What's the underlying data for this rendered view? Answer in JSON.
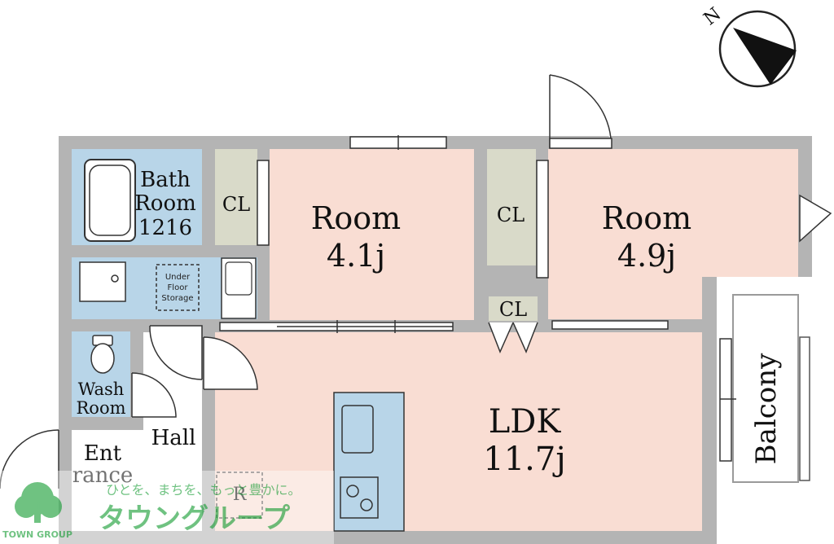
{
  "compass": {
    "north_label": "N",
    "icon": "north-arrow-icon"
  },
  "rooms": {
    "bath": {
      "line1": "Bath",
      "line2": "Room",
      "size": "1216"
    },
    "under_floor": {
      "line1": "Under",
      "line2": "Floor",
      "line3": "Storage"
    },
    "cl_left": "CL",
    "room_west": {
      "name": "Room",
      "area": "4.1j"
    },
    "cl_mid": "CL",
    "room_east": {
      "name": "Room",
      "area": "4.9j"
    },
    "cl_small": "CL",
    "wash": {
      "line1": "Wash",
      "line2": "Room"
    },
    "entrance": {
      "line1": "Ent",
      "line2": "rance"
    },
    "hall": "Hall",
    "ldk": {
      "name": "LDK",
      "area": "11.7j"
    },
    "balcony": "Balcony",
    "refrigerator": "R"
  },
  "watermark": {
    "tagline": "ひとを、まちを、もっと豊かに。",
    "brand_kana": "タウングループ",
    "brand_en": "TOWN GROUP",
    "icon": "tree-logo-icon"
  },
  "colors": {
    "wall": "#b4b4b4",
    "room": "#f9ddd3",
    "wet": "#b8d5e8",
    "closet": "#d9dac9",
    "watermark_green": "#3fae58"
  }
}
